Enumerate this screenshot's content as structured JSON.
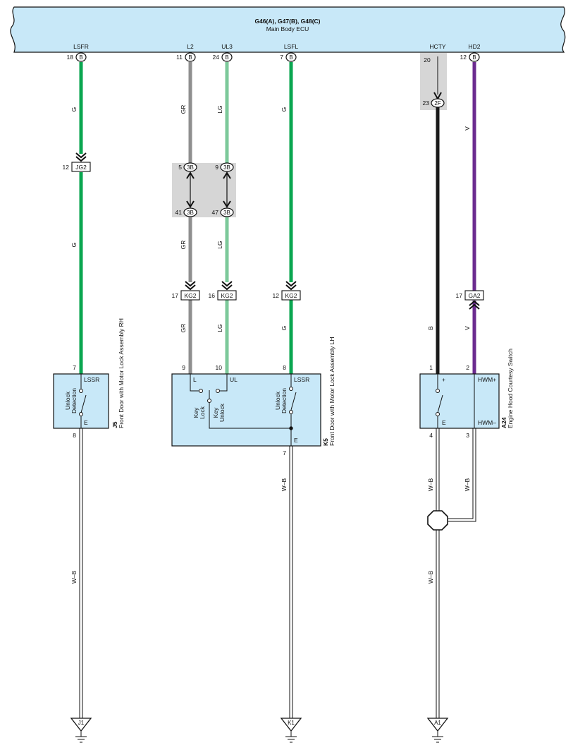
{
  "colors": {
    "G": "#0aa650",
    "GR": "#8f8f8f",
    "LG": "#7cc99a",
    "V": "#6b2b8f",
    "B": "#1a1a1a",
    "WB_fill": "#ffffff",
    "module_fill": "#c8e8f8",
    "shield_fill": "#d6d6d6"
  },
  "ecu": {
    "title": "G46(A), G47(B), G48(C)",
    "subtitle": "Main Body ECU",
    "pins": [
      {
        "signal": "LSFR",
        "pin": "18",
        "conn": "B"
      },
      {
        "signal": "L2",
        "pin": "11",
        "conn": "B"
      },
      {
        "signal": "UL3",
        "pin": "24",
        "conn": "B"
      },
      {
        "signal": "LSFL",
        "pin": "7",
        "conn": "B"
      },
      {
        "signal": "HCTY",
        "pin": "20",
        "conn": ""
      },
      {
        "signal": "HD2",
        "pin": "12",
        "conn": "B"
      }
    ]
  },
  "wires": {
    "w1a": "G",
    "w1b": "G",
    "w1c": "W–B",
    "w2a": "GR",
    "w2b": "GR",
    "w2c": "GR",
    "w3a": "LG",
    "w3b": "LG",
    "w3c": "LG",
    "w4a": "G",
    "w4b": "G",
    "w4c": "W–B",
    "w5a": "B",
    "w5b": "W–B",
    "w5c": "W–B",
    "w6a": "V",
    "w6b": "V",
    "w6c": "W–B"
  },
  "connectors": {
    "jg2": {
      "pin": "12",
      "label": "JG2"
    },
    "c3b_5": {
      "pin": "5",
      "label": "3B"
    },
    "c3b_9": {
      "pin": "9",
      "label": "3B"
    },
    "c3b_41": {
      "pin": "41",
      "label": "3B"
    },
    "c3b_47": {
      "pin": "47",
      "label": "3B"
    },
    "kg2_17": {
      "pin": "17",
      "label": "KG2"
    },
    "kg2_16": {
      "pin": "16",
      "label": "KG2"
    },
    "kg2_12": {
      "pin": "12",
      "label": "KG2"
    },
    "c2f": {
      "pin": "23",
      "label": "2F"
    },
    "ga2": {
      "pin": "17",
      "label": "GA2"
    }
  },
  "j5": {
    "code": "J5",
    "name": "Front Door with Motor Lock Assembly RH",
    "pin_in": "7",
    "pin_out": "8",
    "term_in": "LSSR",
    "term_out": "E",
    "switch_line1": "Unlock",
    "switch_line2": "Detection"
  },
  "k5": {
    "code": "K5",
    "name": "Front Door with Motor Lock Assembly LH",
    "pin_l": "9",
    "pin_ul": "10",
    "pin_lssr": "8",
    "pin_e": "7",
    "term_l": "L",
    "term_ul": "UL",
    "term_lssr": "LSSR",
    "term_e": "E",
    "kl1": "Key",
    "kl2": "Lock",
    "ku1": "Key",
    "ku2": "Unlock",
    "ud1": "Unlock",
    "ud2": "Detection"
  },
  "a24": {
    "code": "A24",
    "name": "Engine Hood Courtesy Switch",
    "pin1": "1",
    "pin2": "2",
    "pin4": "4",
    "pin3": "3",
    "term_plus": "+",
    "term_hwmp": "HWM+",
    "term_e": "E",
    "term_hwmm": "HWM–"
  },
  "grounds": {
    "g1": "J1",
    "g2": "K1",
    "g3": "A1"
  }
}
